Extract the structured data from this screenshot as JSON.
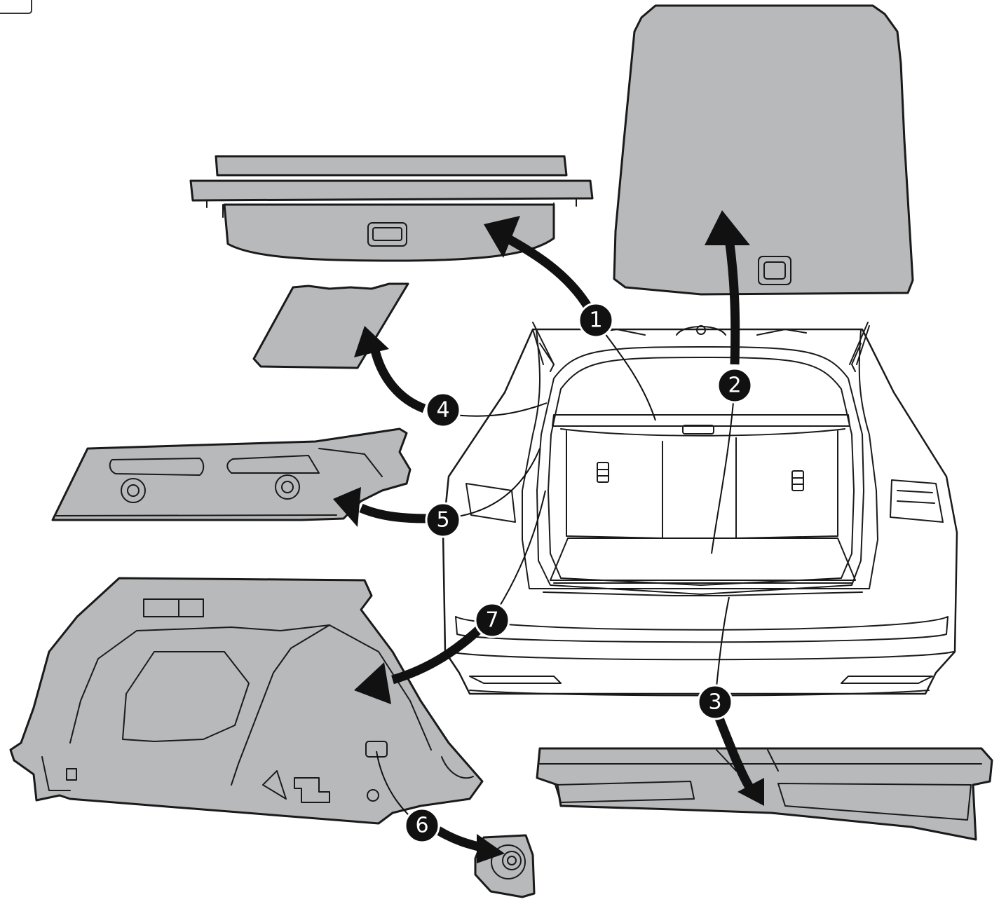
{
  "figure": {
    "callouts": [
      {
        "id": "c1",
        "label": "1",
        "part": "luggage-cover"
      },
      {
        "id": "c2",
        "label": "2",
        "part": "floor-cover"
      },
      {
        "id": "c3",
        "label": "3",
        "part": "sill-trim"
      },
      {
        "id": "c4",
        "label": "4",
        "part": "pillar-trim"
      },
      {
        "id": "c5",
        "label": "5",
        "part": "upper-side-trim"
      },
      {
        "id": "c6",
        "label": "6",
        "part": "trim-cap"
      },
      {
        "id": "c7",
        "label": "7",
        "part": "side-panel"
      }
    ],
    "colors": {
      "part_fill": "#b8b9bb",
      "outline": "#1a1a1a",
      "arrow": "#111111",
      "callout_fill": "#111111",
      "callout_text": "#ffffff"
    }
  }
}
